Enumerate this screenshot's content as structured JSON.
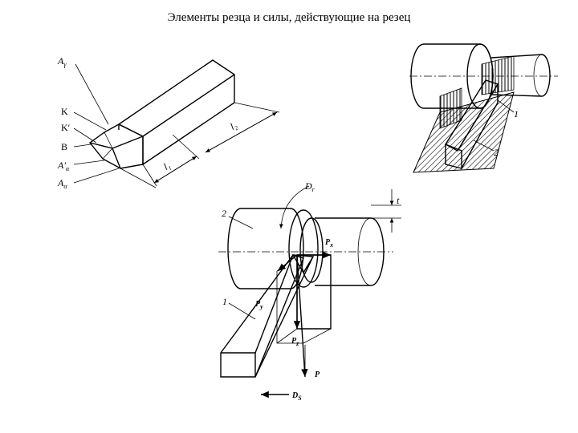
{
  "title": "Элементы резца и силы, действующие на резец",
  "fig1": {
    "labels": {
      "a_gamma": "A",
      "a_gamma_sub": "γ",
      "k": "K",
      "k_prime": "K′",
      "b": "B",
      "a_alpha_prime": "A′",
      "a_alpha_prime_sub": "α",
      "a_alpha": "A",
      "a_alpha_sub": "α",
      "l1": "l₁",
      "l2": "l₂"
    }
  },
  "fig2": {
    "labels": {
      "one": "1",
      "two": "2"
    }
  },
  "fig3": {
    "labels": {
      "dr": "D",
      "dr_sub": "r",
      "t": "t",
      "two": "2",
      "one": "1",
      "px": "P",
      "px_sub": "x",
      "py": "P",
      "py_sub": "y",
      "pz": "P",
      "pz_sub": "z",
      "p": "P",
      "ds": "D",
      "ds_sub": "S"
    }
  }
}
